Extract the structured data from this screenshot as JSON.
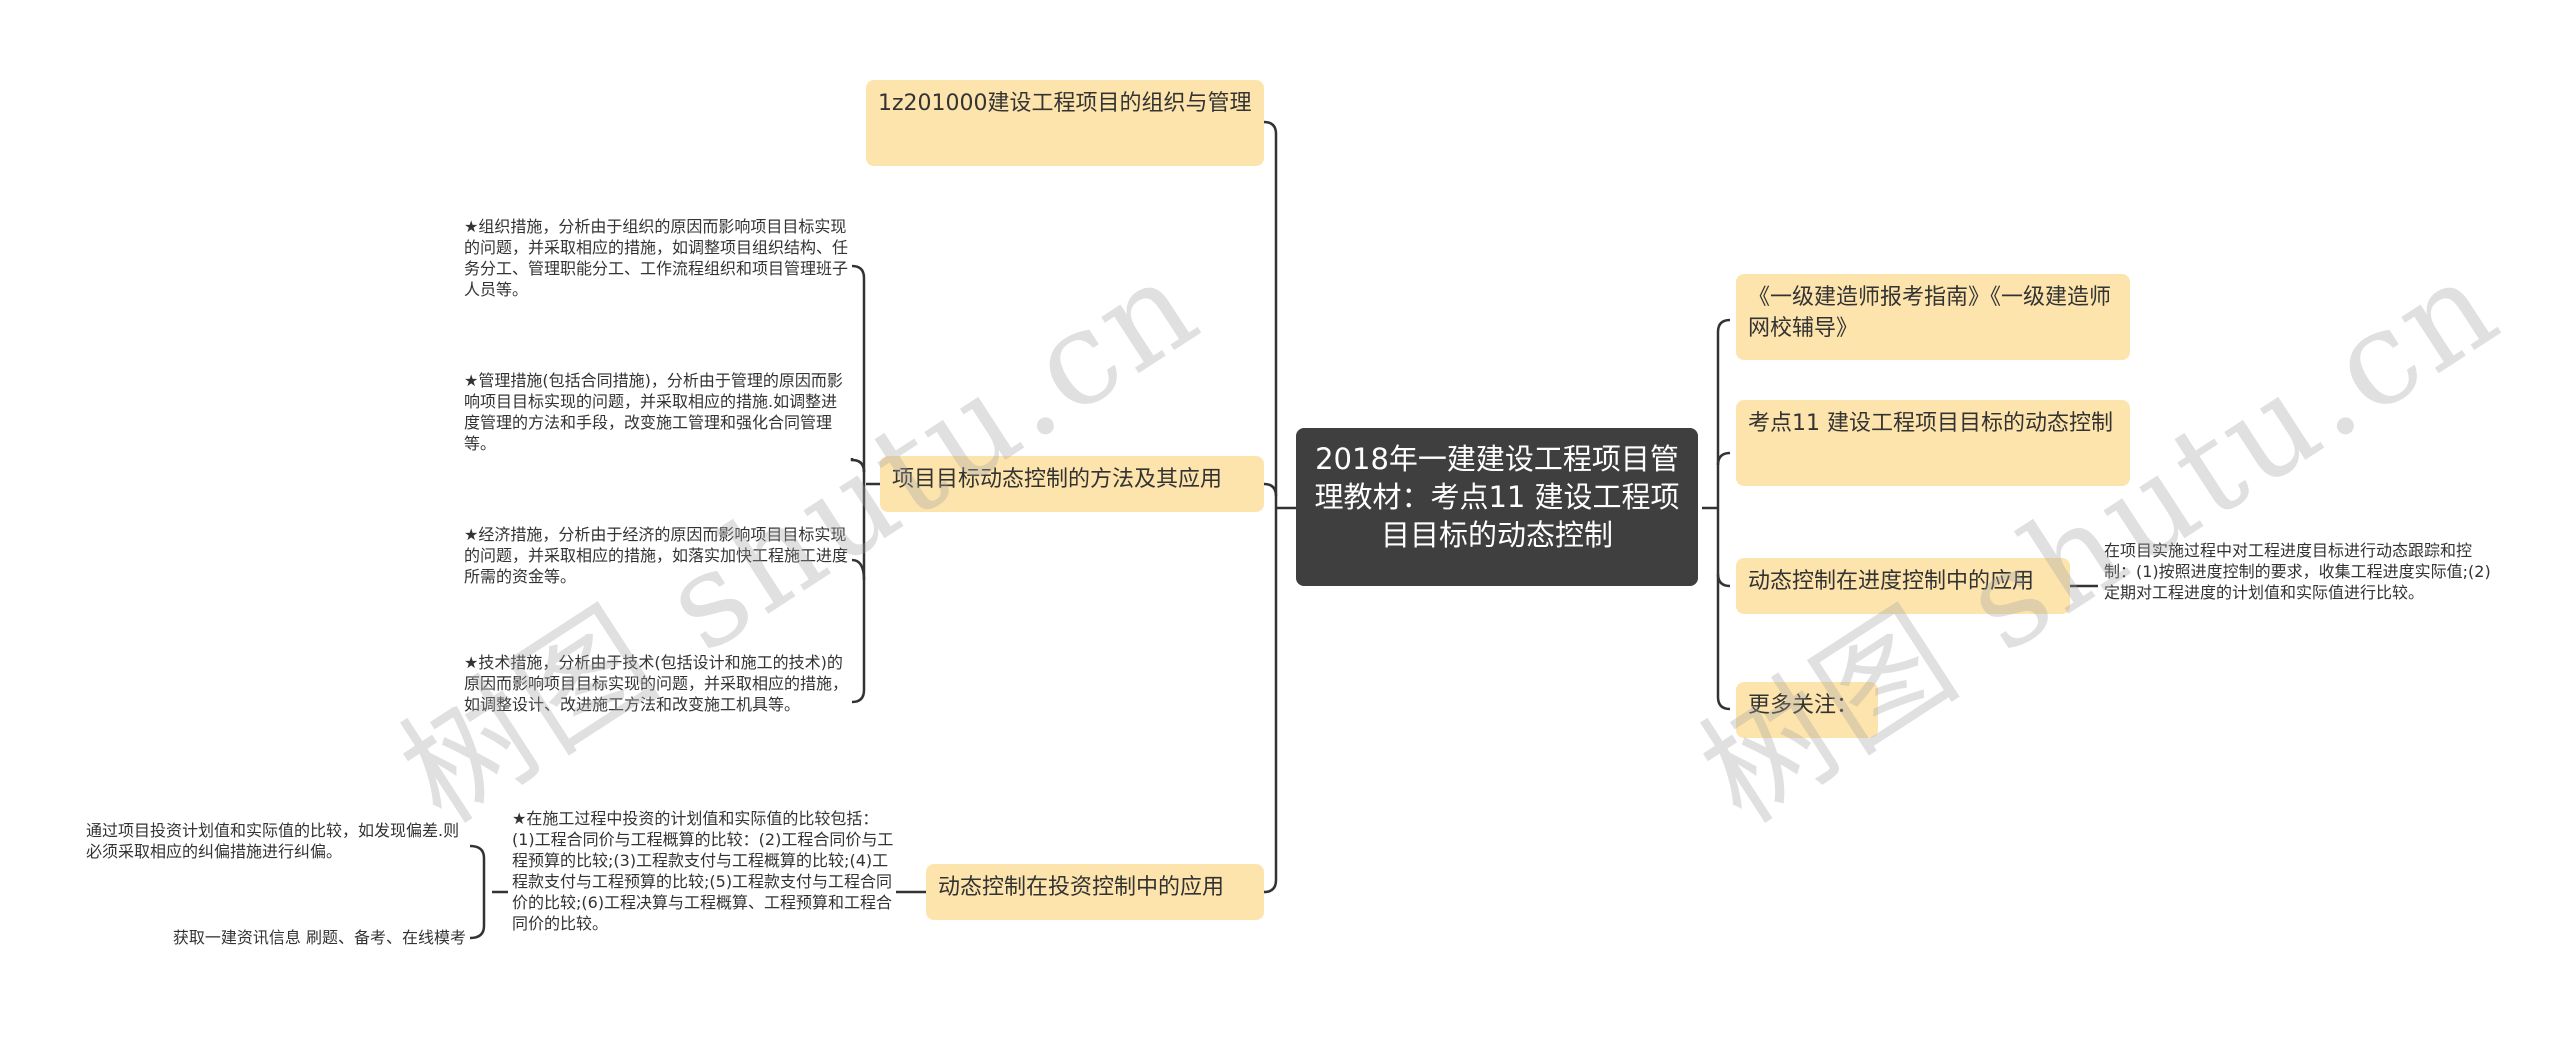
{
  "root": {
    "title": "2018年一建建设工程项目管理教材：考点11 建设工程项目目标的动态控制"
  },
  "left_branches": [
    {
      "label": "1z201000建设工程项目的组织与管理",
      "children": []
    },
    {
      "label": "项目目标动态控制的方法及其应用",
      "children": [
        "★组织措施，分析由于组织的原因而影响项目目标实现的问题，并采取相应的措施，如调整项目组织结构、任务分工、管理职能分工、工作流程组织和项目管理班子人员等。",
        "★管理措施(包括合同措施)，分析由于管理的原因而影响项目目标实现的问题，并采取相应的措施.如调整进度管理的方法和手段，改变施工管理和强化合同管理等。",
        "★经济措施，分析由于经济的原因而影响项目目标实现的问题，并采取相应的措施，如落实加快工程施工进度所需的资金等。",
        "★技术措施，分析由于技术(包括设计和施工的技术)的原因而影响项目目标实现的问题，并采取相应的措施，如调整设计、改进施工方法和改变施工机具等。"
      ]
    },
    {
      "label": "动态控制在投资控制中的应用",
      "children": [
        {
          "text": "★在施工过程中投资的计划值和实际值的比较包括：(1)工程合同价与工程概算的比较：(2)工程合同价与工程预算的比较;(3)工程款支付与工程概算的比较;(4)工程款支付与工程预算的比较;(5)工程款支付与工程合同价的比较;(6)工程决算与工程概算、工程预算和工程合同价的比较。",
          "children": [
            "通过项目投资计划值和实际值的比较，如发现偏差.则必须采取相应的纠偏措施进行纠偏。",
            "获取一建资讯信息 刷题、备考、在线模考"
          ]
        }
      ]
    }
  ],
  "right_branches": [
    {
      "label": "《一级建造师报考指南》《一级建造师网校辅导》",
      "children": []
    },
    {
      "label": "考点11 建设工程项目目标的动态控制",
      "children": []
    },
    {
      "label": "动态控制在进度控制中的应用",
      "children": [
        "在项目实施过程中对工程进度目标进行动态跟踪和控制：(1)按照进度控制的要求，收集工程进度实际值;(2)定期对工程进度的计划值和实际值进行比较。"
      ]
    },
    {
      "label": "更多关注：",
      "children": []
    }
  ],
  "watermarks": [
    "树图 shutu.cn",
    "树图 shutu.cn"
  ],
  "colors": {
    "root_bg": "#3f3f3f",
    "topic_bg": "#fde4ad",
    "line": "#333333",
    "text": "#333333"
  }
}
